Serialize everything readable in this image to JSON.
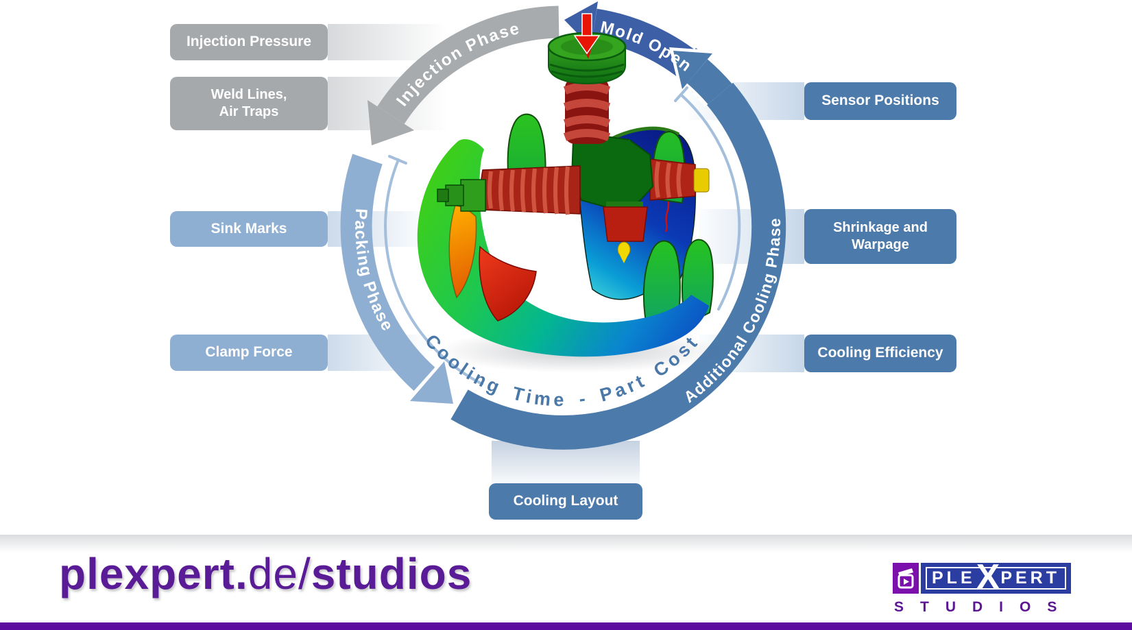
{
  "diagram": {
    "arc_labels": {
      "injection_phase": "Injection Phase",
      "mold_open": "Mold Open",
      "packing_phase": "Packing Phase",
      "additional_cooling_phase": "Additional Cooling Phase",
      "cooling_time_part_cost": "Cooling Time - Part Cost"
    },
    "left_boxes": [
      {
        "text": "Injection Pressure",
        "style": "gray"
      },
      {
        "text": "Weld Lines,\nAir Traps",
        "style": "gray"
      },
      {
        "text": "Sink Marks",
        "style": "lightblue"
      },
      {
        "text": "Clamp Force",
        "style": "lightblue"
      }
    ],
    "right_boxes": [
      {
        "text": "Sensor Positions"
      },
      {
        "text": "Shrinkage and\nWarpage"
      },
      {
        "text": "Cooling Efficiency"
      }
    ],
    "bottom_box": {
      "text": "Cooling Layout"
    },
    "center_graphic": "injection-molding-simulation",
    "colors": {
      "gray": "#a6a9ac",
      "light_blue": "#8fafd2",
      "medium_blue": "#4b7aab",
      "dark_blue": "#3c5fa6",
      "thin_arc": "#a3bfdc",
      "curve_text_blue": "#4a78a8"
    }
  },
  "footer": {
    "brand": {
      "part1": "plexpert.",
      "part2": "de/",
      "part3": "studios",
      "color": "#5a1b96"
    },
    "logo": {
      "ple": "PLE",
      "x": "X",
      "pert": "PERT",
      "studios": "STUDIOS",
      "purple": "#7b10ad",
      "blue": "#2b3da1",
      "studios_color": "#5c1694"
    },
    "bottom_bar_color": "#5c0da0"
  }
}
